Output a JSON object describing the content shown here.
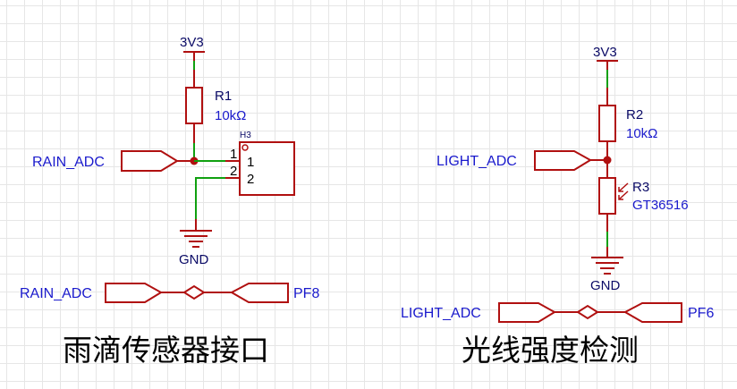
{
  "left_circuit": {
    "power_label": "3V3",
    "resistor": {
      "ref": "R1",
      "value": "10kΩ"
    },
    "connector": {
      "ref": "H3",
      "pin1_num": "1",
      "pin2_num": "2",
      "pin1_name": "1",
      "pin2_name": "2"
    },
    "net_label": "RAIN_ADC",
    "ground_label": "GND",
    "netport": {
      "left": "RAIN_ADC",
      "right": "PF8"
    },
    "caption": "雨滴传感器接口"
  },
  "right_circuit": {
    "power_label": "3V3",
    "resistor": {
      "ref": "R2",
      "value": "10kΩ"
    },
    "photoresistor": {
      "ref": "R3",
      "value": "GT36516"
    },
    "net_label": "LIGHT_ADC",
    "ground_label": "GND",
    "netport": {
      "left": "LIGHT_ADC",
      "right": "PF6"
    },
    "caption": "光线强度检测"
  },
  "colors": {
    "wire": "#b01010",
    "net_wire": "#10a010",
    "label_blue": "#1a1acc",
    "grid": "#e6e6e6"
  }
}
